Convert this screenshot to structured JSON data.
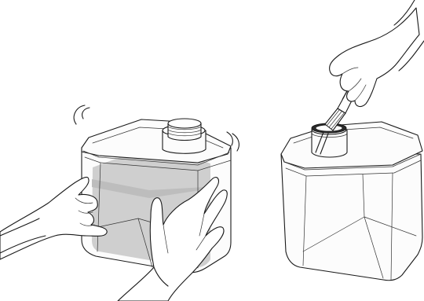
{
  "figure": {
    "panels": [
      {
        "id": "shake",
        "action": "shake-tank-with-water"
      },
      {
        "id": "brush",
        "action": "clean-tank-inside-with-brush"
      }
    ],
    "colors": {
      "line": "#1a1a1a",
      "water": "#cfcfcf",
      "background": "#ffffff"
    },
    "icons": [
      "motion-lines",
      "hand",
      "brush",
      "water-tank"
    ]
  }
}
